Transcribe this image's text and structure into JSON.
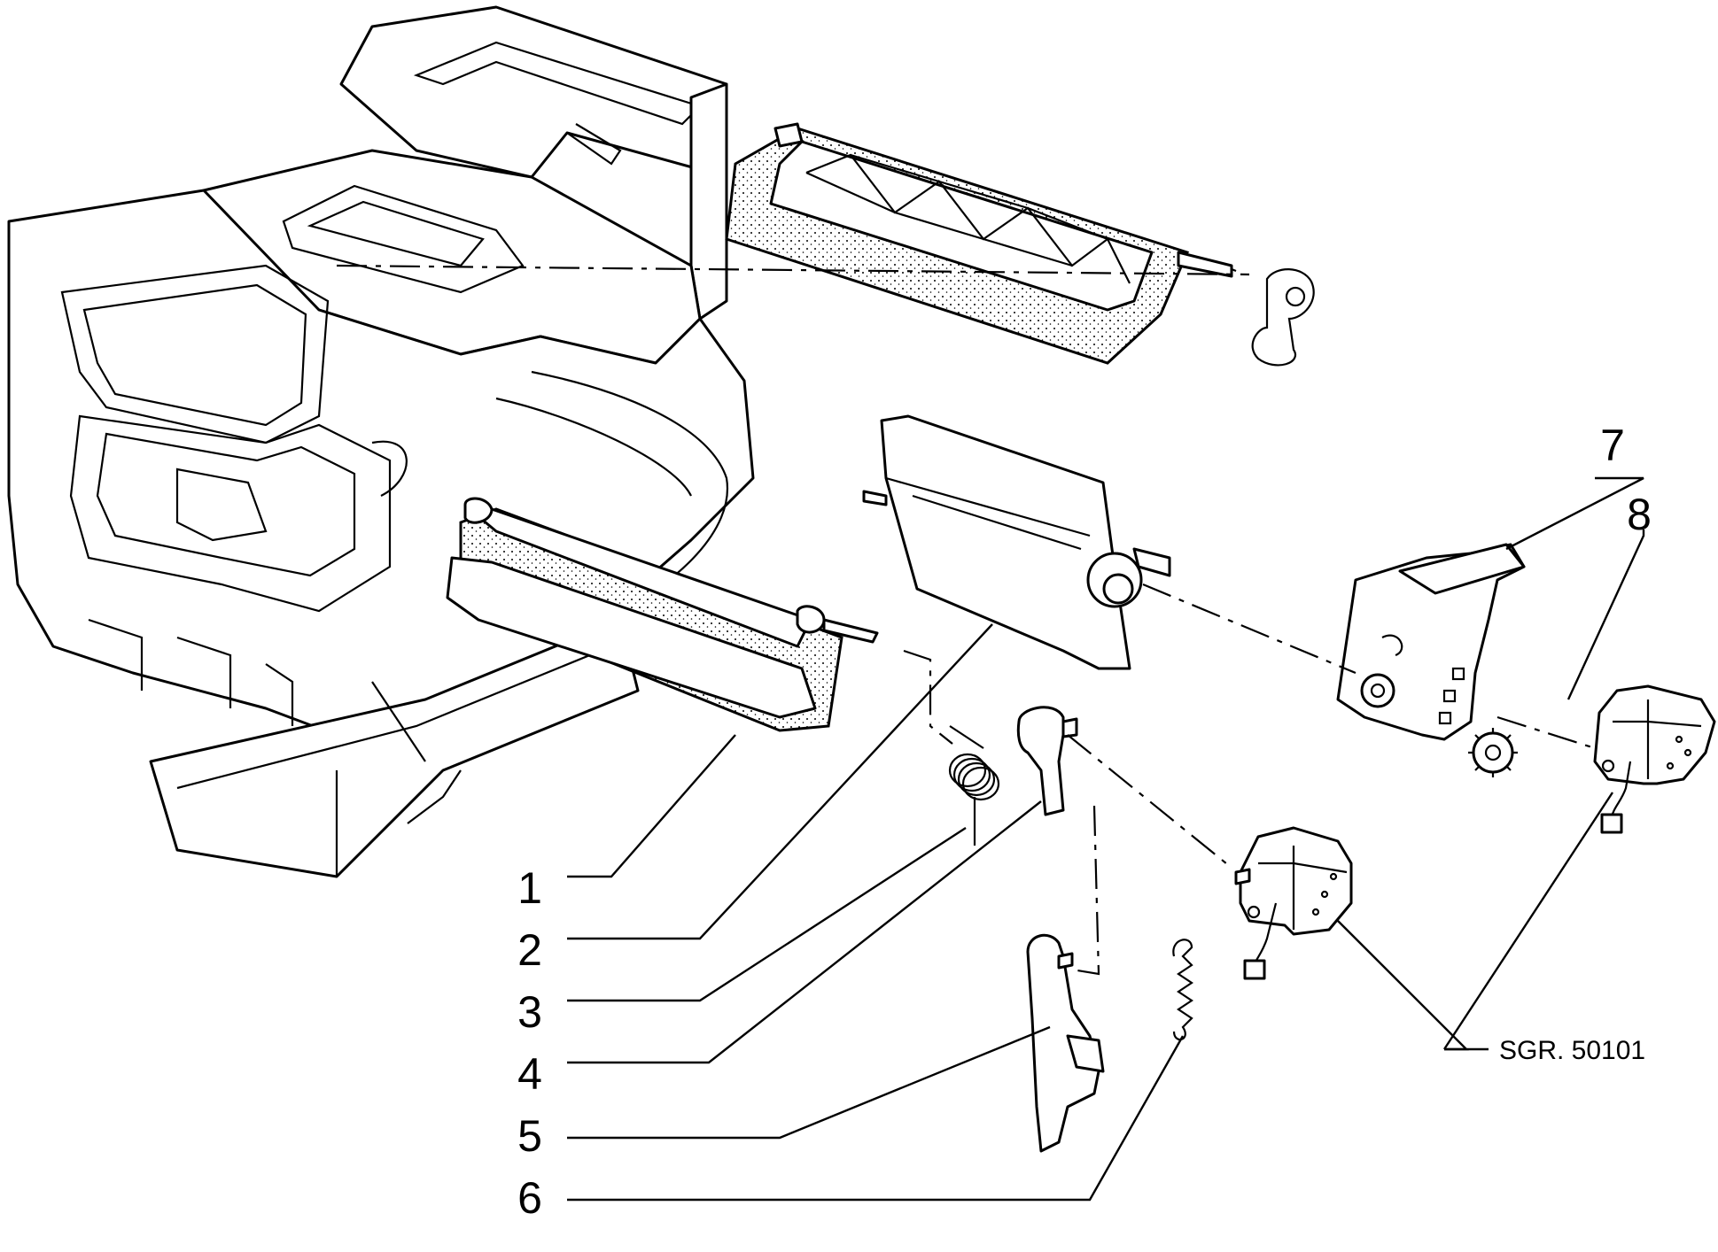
{
  "callouts": [
    {
      "id": "1",
      "label": "1"
    },
    {
      "id": "2",
      "label": "2"
    },
    {
      "id": "3",
      "label": "3"
    },
    {
      "id": "4",
      "label": "4"
    },
    {
      "id": "5",
      "label": "5"
    },
    {
      "id": "6",
      "label": "6"
    },
    {
      "id": "7",
      "label": "7"
    },
    {
      "id": "8",
      "label": "8"
    }
  ],
  "reference": "SGR. 50101"
}
